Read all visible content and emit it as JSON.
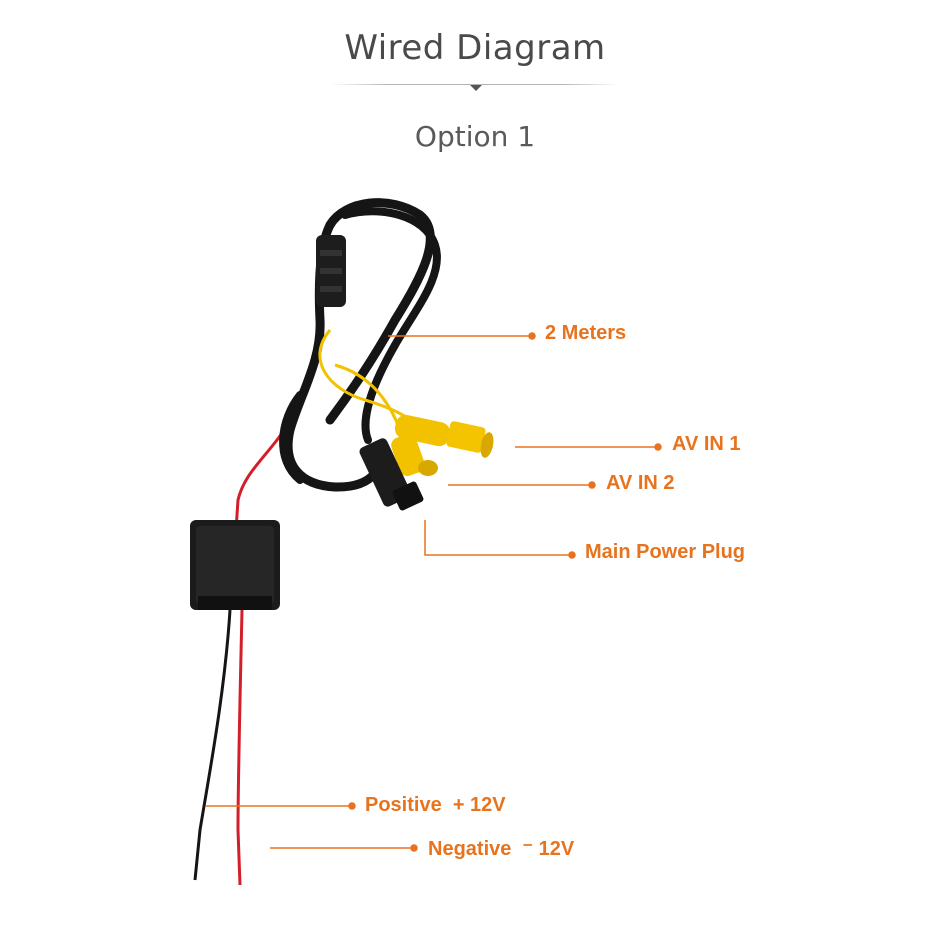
{
  "header": {
    "title": "Wired Diagram",
    "subtitle": "Option 1"
  },
  "labels": {
    "length": "2 Meters",
    "av_in_1": "AV IN 1",
    "av_in_2": "AV IN 2",
    "main_power": "Main Power Plug",
    "positive": "Positive  + 12V",
    "negative": "Negative  ⁻ 12V"
  },
  "colors": {
    "accent": "#e8731e",
    "cable": "#1a1a1a",
    "rca_yellow": "#f2c200",
    "wire_red": "#d21f2a"
  }
}
